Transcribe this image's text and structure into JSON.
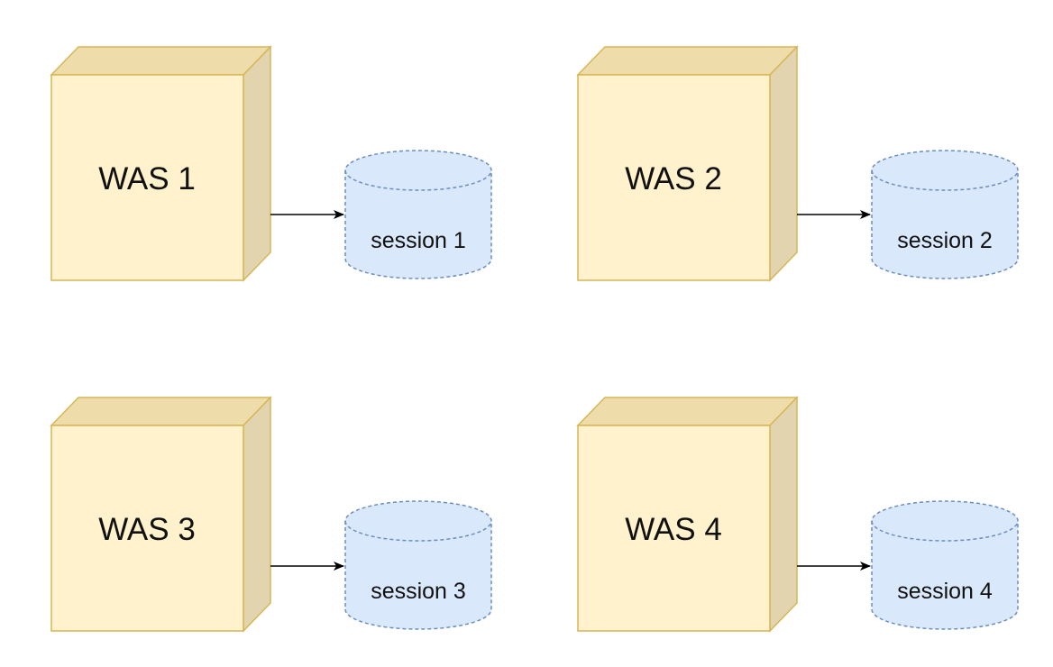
{
  "diagram": {
    "colors": {
      "server_front": "#FFF2CC",
      "server_top": "#EEDDAA",
      "server_side": "#E3D4B0",
      "server_stroke": "#D6B656",
      "db_fill": "#DAE8FC",
      "db_stroke": "#6C8EBF",
      "edge": "#000000",
      "text": "#111111"
    },
    "nodes": [
      {
        "id": "was-1",
        "label": "WAS 1",
        "store": {
          "id": "session-1",
          "label": "session 1"
        }
      },
      {
        "id": "was-2",
        "label": "WAS 2",
        "store": {
          "id": "session-2",
          "label": "session 2"
        }
      },
      {
        "id": "was-3",
        "label": "WAS 3",
        "store": {
          "id": "session-3",
          "label": "session 3"
        }
      },
      {
        "id": "was-4",
        "label": "WAS 4",
        "store": {
          "id": "session-4",
          "label": "session 4"
        }
      }
    ]
  }
}
